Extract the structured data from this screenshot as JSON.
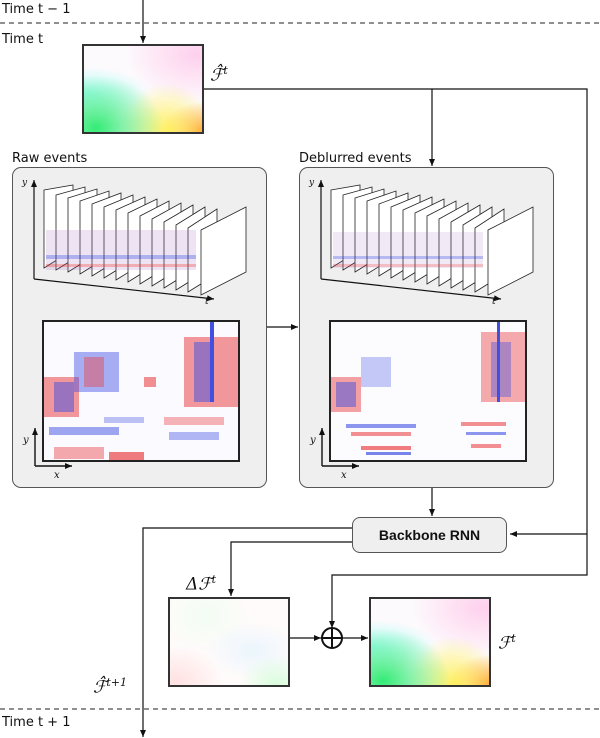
{
  "timeline": {
    "prev": "Time t − 1",
    "current": "Time t",
    "next": "Time t + 1"
  },
  "flow_labels": {
    "estimate_in": "F̂ᵗ",
    "delta": "Δℱᵗ",
    "output": "ℱᵗ",
    "estimate_next": "ℱ̂ᵗ⁺¹"
  },
  "math_text": {
    "estimate_in_base": "ℱ̂",
    "estimate_in_sup": "t",
    "delta_base": "Δℱ",
    "delta_sup": "t",
    "output_base": "ℱ",
    "output_sup": "t",
    "estimate_next_base": "ℱ̂",
    "estimate_next_sup": "t+1"
  },
  "panels": {
    "raw": {
      "title": "Raw events",
      "axis_stack_y": "y",
      "axis_stack_t": "t",
      "axis_img_y": "y",
      "axis_img_x": "x"
    },
    "deblurred": {
      "title": "Deblurred events",
      "axis_stack_y": "y",
      "axis_stack_t": "t",
      "axis_img_y": "y",
      "axis_img_x": "x"
    }
  },
  "backbone": {
    "label": "Backbone RNN"
  },
  "operators": {
    "sum": "⊕"
  },
  "colors": {
    "panel_bg": "#efefef",
    "positive_event": "#e8262a",
    "negative_event": "#2233dd",
    "line": "#111111"
  },
  "stack_frame_count": 14
}
